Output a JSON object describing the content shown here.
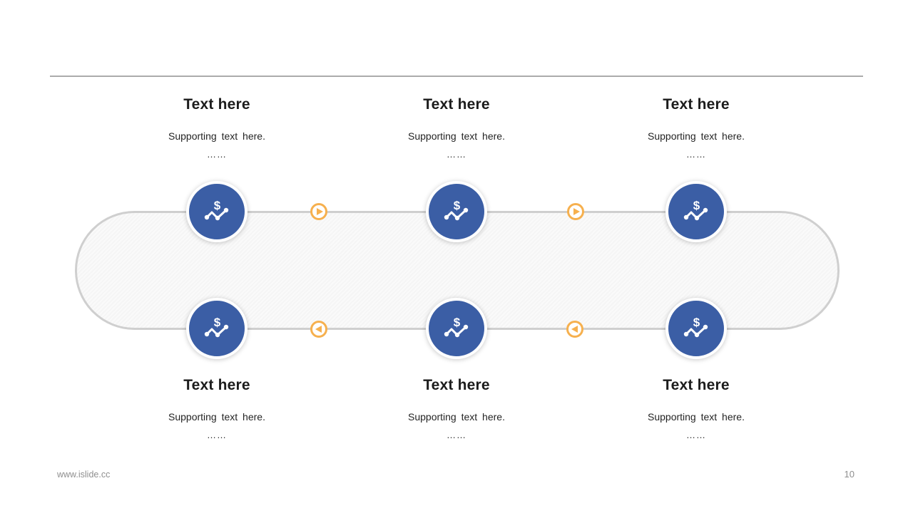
{
  "slide": {
    "footer_url": "www.islide.cc",
    "page_number": "10"
  },
  "colors": {
    "accent_blue": "#3b5ea5",
    "accent_orange": "#f6b04e",
    "track_border": "#cfcfcf",
    "divider": "#ababab",
    "muted_text": "#8f8f8f"
  },
  "icons": {
    "node_icon": "dollar-trend-chart-icon",
    "dollar_glyph": "$",
    "forward_arrow": "play-right-icon",
    "backward_arrow": "play-left-icon"
  },
  "top_items": [
    {
      "title": "Text here",
      "supporting": "Supporting text here.",
      "ellipsis": "……"
    },
    {
      "title": "Text here",
      "supporting": "Supporting text here.",
      "ellipsis": "……"
    },
    {
      "title": "Text here",
      "supporting": "Supporting text here.",
      "ellipsis": "……"
    }
  ],
  "bottom_items": [
    {
      "title": "Text here",
      "supporting": "Supporting text here.",
      "ellipsis": "……"
    },
    {
      "title": "Text here",
      "supporting": "Supporting text here.",
      "ellipsis": "……"
    },
    {
      "title": "Text here",
      "supporting": "Supporting text here.",
      "ellipsis": "……"
    }
  ]
}
